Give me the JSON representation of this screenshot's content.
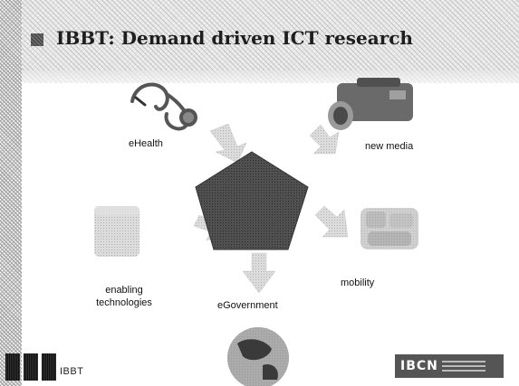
{
  "slide": {
    "title": "IBBT: Demand driven ICT research",
    "domains": {
      "ehealth": "eHealth",
      "new_media": "new media",
      "enabling_technologies_line1": "enabling",
      "enabling_technologies_line2": "technologies",
      "egovernment": "eGovernment",
      "mobility": "mobility"
    },
    "center": {
      "line1": "",
      "line2": ""
    },
    "footer": {
      "org": "IBBT",
      "partner_logo": "IBCN"
    }
  },
  "colors": {
    "pentagon": "#4a4a4a",
    "arrows": "#d9d9d9",
    "background": "#ffffff"
  }
}
